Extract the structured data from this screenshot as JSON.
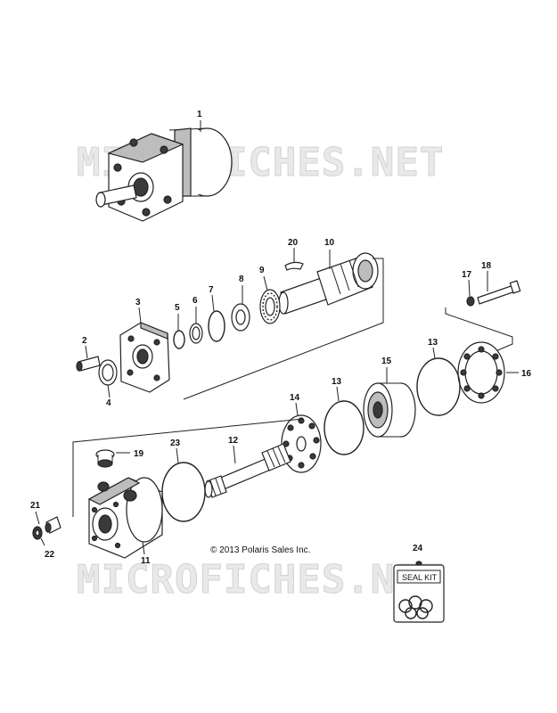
{
  "watermark": {
    "text": "MICROFICHES.NET"
  },
  "copyright": "© 2013 Polaris Sales Inc.",
  "seal_kit": {
    "label": "SEAL KIT"
  },
  "callouts": {
    "c1": "1",
    "c2": "2",
    "c3": "3",
    "c4": "4",
    "c5": "5",
    "c6": "6",
    "c7": "7",
    "c8": "8",
    "c9": "9",
    "c10": "10",
    "c11": "11",
    "c12": "12",
    "c13a": "13",
    "c13b": "13",
    "c14": "14",
    "c15": "15",
    "c16": "16",
    "c17": "17",
    "c18": "18",
    "c19": "19",
    "c20": "20",
    "c21": "21",
    "c22": "22",
    "c23": "23",
    "c24": "24"
  }
}
